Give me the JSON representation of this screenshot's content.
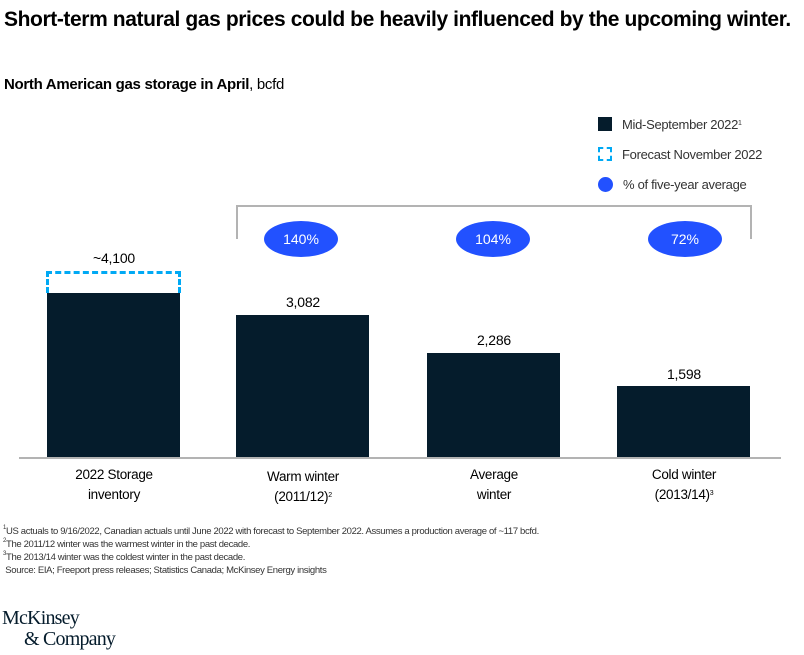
{
  "header": {
    "title": "Short-term natural gas prices could be heavily influenced by the upcoming winter.",
    "subtitle_bold": "North American gas storage in April",
    "subtitle_unit": ", bcfd"
  },
  "legend": {
    "items": [
      {
        "label": "Mid-September 2022",
        "sup": "1",
        "marker": "solid-square",
        "color": "#051C2C"
      },
      {
        "label": "Forecast November 2022",
        "sup": "",
        "marker": "dashed-square",
        "color": "#00A9F4"
      },
      {
        "label": "% of five-year average",
        "sup": "",
        "marker": "circle",
        "color": "#2251FF"
      }
    ]
  },
  "bars": [
    {
      "category_line1": "2022 Storage",
      "category_line2": "inventory",
      "sup": "",
      "value_label": "~4,100",
      "value": 3750,
      "forecast": 4100,
      "pct": ""
    },
    {
      "category_line1": "Warm winter",
      "category_line2": "(2011/12)",
      "sup": "2",
      "value_label": "3,082",
      "value": 3082,
      "pct": "140%"
    },
    {
      "category_line1": "Average",
      "category_line2": "winter",
      "sup": "",
      "value_label": "2,286",
      "value": 2286,
      "pct": "104%"
    },
    {
      "category_line1": "Cold winter",
      "category_line2": "(2013/14)",
      "sup": "3",
      "value_label": "1,598",
      "value": 1598,
      "pct": "72%"
    }
  ],
  "footnotes": {
    "f1_sup": "1",
    "f1": "US actuals to 9/16/2022, Canadian actuals until June 2022 with forecast to September 2022. Assumes a production average of ~117 bcfd.",
    "f2_sup": "2",
    "f2": "The 2011/12 winter was the warmest winter in the past decade.",
    "f3_sup": "3",
    "f3": "The 2013/14 winter was the coldest winter in the past decade.",
    "source": " Source: EIA; Freeport press releases; Statistics Canada; McKinsey Energy insights"
  },
  "logo": {
    "line1": "McKinsey",
    "line2": "& Company"
  },
  "chart_data": {
    "type": "bar",
    "title": "Short-term natural gas prices could be heavily influenced by the upcoming winter.",
    "subtitle": "North American gas storage in April, bcfd",
    "categories": [
      "2022 Storage inventory",
      "Warm winter (2011/12)",
      "Average winter",
      "Cold winter (2013/14)"
    ],
    "series": [
      {
        "name": "Mid-September 2022",
        "values": [
          3750,
          3082,
          2286,
          1598
        ]
      },
      {
        "name": "Forecast November 2022",
        "values": [
          4100,
          null,
          null,
          null
        ]
      }
    ],
    "data_labels": [
      "~4,100",
      "3,082",
      "2,286",
      "1,598"
    ],
    "annotations": {
      "name": "% of five-year average",
      "values": [
        null,
        "140%",
        "104%",
        "72%"
      ]
    },
    "xlabel": "",
    "ylabel": "bcfd",
    "grid": false,
    "legend_position": "top-right"
  }
}
